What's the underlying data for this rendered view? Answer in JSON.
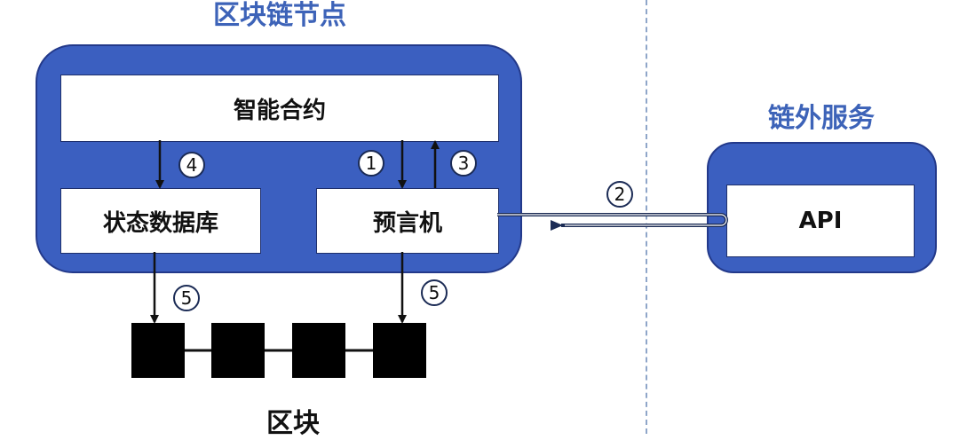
{
  "node": {
    "title": "区块链节点",
    "smart_contract": "智能合约",
    "state_db": "状态数据库",
    "oracle": "预言机"
  },
  "offchain": {
    "title": "链外服务",
    "api": "API"
  },
  "blocks": {
    "label": "区块",
    "count": 4
  },
  "steps": [
    "1",
    "2",
    "3",
    "4",
    "5",
    "5"
  ],
  "colors": {
    "node_fill": "#3b5fc0",
    "title": "#3d63b8",
    "border": "#1e2f6b"
  }
}
